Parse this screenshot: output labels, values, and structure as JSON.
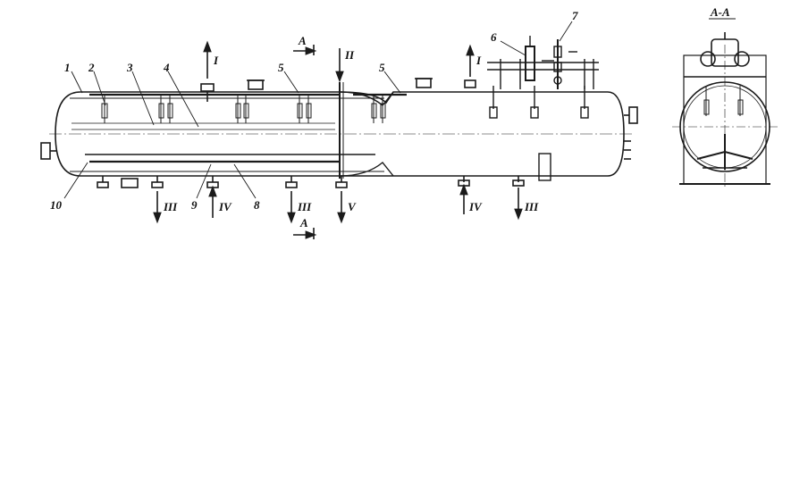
{
  "labels": {
    "n1": "1",
    "n2": "2",
    "n3": "3",
    "n4": "4",
    "n5a": "5",
    "n5b": "5",
    "n6": "6",
    "n7": "7",
    "n8": "8",
    "n9": "9",
    "n10": "10"
  },
  "flows": {
    "I_a": "I",
    "I_b": "I",
    "II": "II",
    "III_a": "III",
    "III_b": "III",
    "III_c": "III",
    "IV_a": "IV",
    "IV_b": "IV",
    "V": "V"
  },
  "section": {
    "marker_top": "A",
    "marker_bottom": "A",
    "title": "A-A"
  }
}
